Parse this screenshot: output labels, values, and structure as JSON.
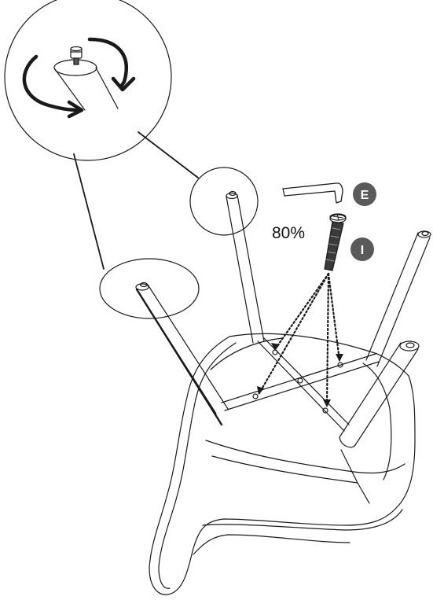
{
  "torque_label": "80%",
  "parts": [
    {
      "letter": "E",
      "icon": "allen-key-icon"
    },
    {
      "letter": "I",
      "icon": "bolt-icon"
    }
  ],
  "colors": {
    "line": "#1a1a1a",
    "badge": "#5a5a5a",
    "bolt": "#3a3a3a",
    "background": "#ffffff"
  }
}
